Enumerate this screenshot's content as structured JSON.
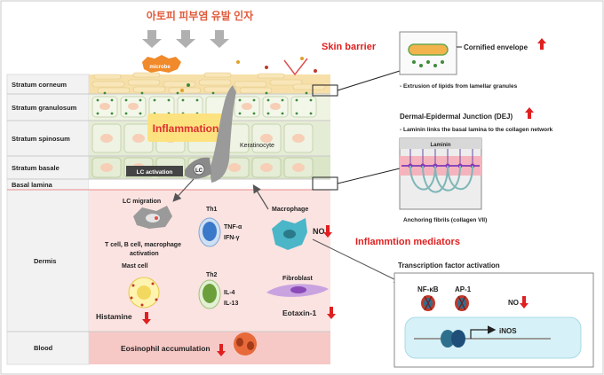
{
  "colors": {
    "red": "#e02020",
    "corneum": "#f6dfa8",
    "granulosum": "#eef3e2",
    "spinosum": "#e5ecd6",
    "basale": "#dbe5c8",
    "dermis": "#fbe3e1",
    "blood": "#f7c9c6",
    "accent_pink": "#f08a9a"
  },
  "header": {
    "top_title": "아토피 피부염 유발 인자"
  },
  "layers": [
    {
      "label": "Stratum corneum"
    },
    {
      "label": "Stratum granulosum"
    },
    {
      "label": "Stratum spinosum"
    },
    {
      "label": "Stratum basale"
    },
    {
      "label": "Basal lamina"
    },
    {
      "label": "Dermis"
    },
    {
      "label": "Blood"
    }
  ],
  "epidermis": {
    "microbe_label": "microbe",
    "inflammation": "Inflammation",
    "keratinocyte": "Keratinocyte",
    "lc_activation": "LC activation",
    "lc": "LC"
  },
  "dermis": {
    "lc_migration": "LC migration",
    "cells_line1": "T cell, B cell, macrophage",
    "cells_line2": "activation",
    "th1": "Th1",
    "tnf": "TNF-α",
    "ifn": "IFN-γ",
    "macrophage": "Macrophage",
    "no": "NO",
    "mast_cell": "Mast cell",
    "th2": "Th2",
    "il4": "IL-4",
    "il13": "IL-13",
    "fibroblast": "Fibroblast",
    "eotaxin": "Eotaxin-1",
    "histamine": "Histamine",
    "eosinophil": "Eosinophil accumulation"
  },
  "right_panel": {
    "skin_barrier": "Skin barrier",
    "cornified": "Cornified envelope",
    "lipids": "- Extrusion of lipids from lamellar granules",
    "dej_title": "Dermal-Epidermal Junction (DEJ)",
    "dej_desc": "- Laminin links the basal lamina to the collagen network",
    "laminin": "Laminin",
    "anchoring": "Anchoring fibrils (collagen VII)",
    "mediators": "Inflammtion mediators",
    "tf_title": "Transcription factor activation",
    "nfkb": "NF-κB",
    "ap1": "AP-1",
    "no": "NO",
    "inos": "iNOS"
  }
}
